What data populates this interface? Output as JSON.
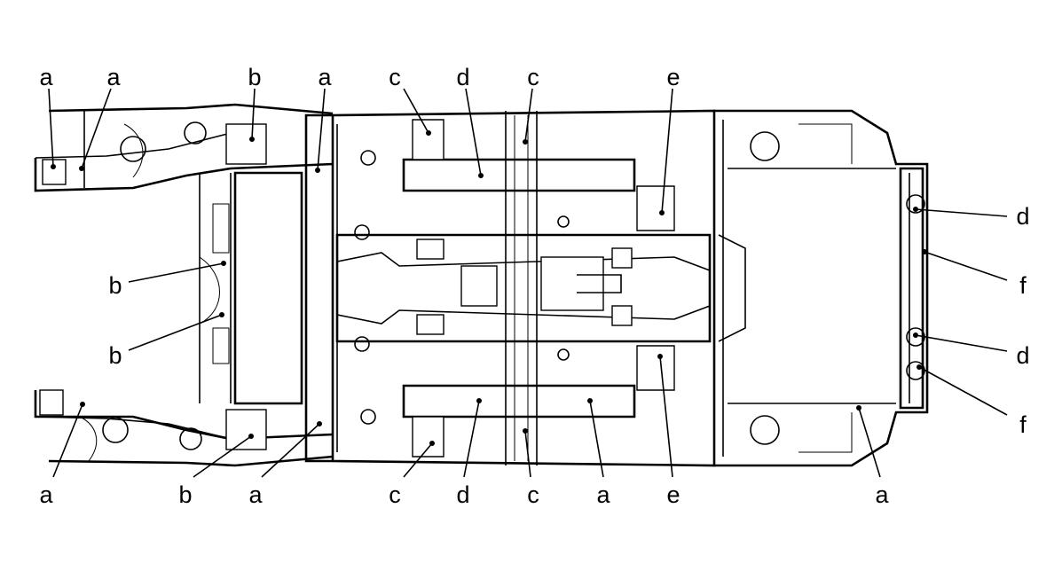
{
  "diagram": {
    "callouts": [
      {
        "id": "top-a1",
        "text": "a"
      },
      {
        "id": "top-a2",
        "text": "a"
      },
      {
        "id": "top-b",
        "text": "b"
      },
      {
        "id": "top-a3",
        "text": "a"
      },
      {
        "id": "top-c1",
        "text": "c"
      },
      {
        "id": "top-d",
        "text": "d"
      },
      {
        "id": "top-c2",
        "text": "c"
      },
      {
        "id": "top-e",
        "text": "e"
      },
      {
        "id": "left-b1",
        "text": "b"
      },
      {
        "id": "left-b2",
        "text": "b"
      },
      {
        "id": "right-d1",
        "text": "d"
      },
      {
        "id": "right-f1",
        "text": "f"
      },
      {
        "id": "right-d2",
        "text": "d"
      },
      {
        "id": "right-f2",
        "text": "f"
      },
      {
        "id": "bot-a1",
        "text": "a"
      },
      {
        "id": "bot-b",
        "text": "b"
      },
      {
        "id": "bot-a2",
        "text": "a"
      },
      {
        "id": "bot-c1",
        "text": "c"
      },
      {
        "id": "bot-d",
        "text": "d"
      },
      {
        "id": "bot-c2",
        "text": "c"
      },
      {
        "id": "bot-a3",
        "text": "a"
      },
      {
        "id": "bot-e",
        "text": "e"
      },
      {
        "id": "bot-a4",
        "text": "a"
      }
    ]
  }
}
